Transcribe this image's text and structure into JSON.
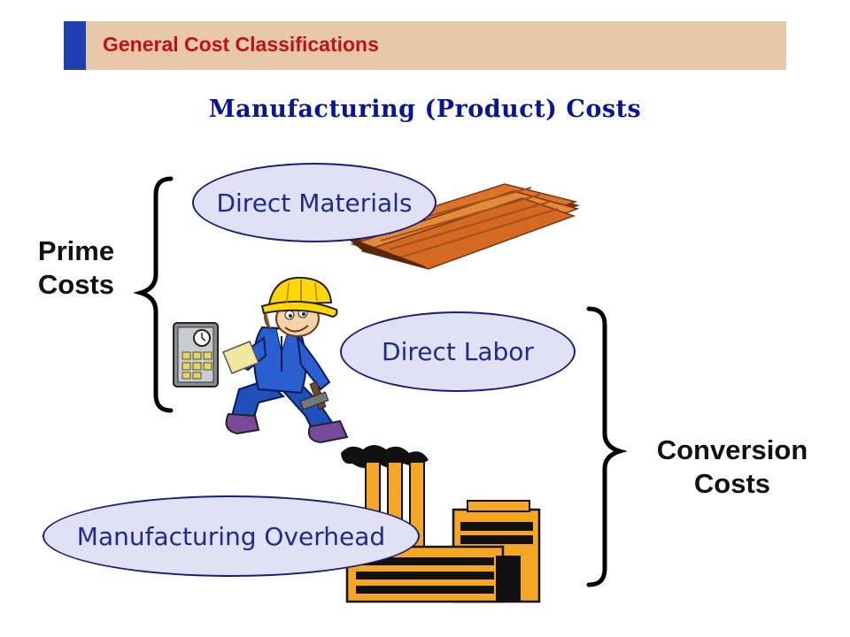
{
  "header": {
    "title": "General Cost Classifications"
  },
  "main_title": "Manufacturing (Product) Costs",
  "cost_items": {
    "direct_materials": "Direct Materials",
    "direct_labor": "Direct Labor",
    "manufacturing_overhead": "Manufacturing Overhead"
  },
  "groups": {
    "prime": {
      "line1": "Prime",
      "line2": "Costs"
    },
    "conversion": {
      "line1": "Conversion",
      "line2": "Costs"
    }
  },
  "colors": {
    "header_bg": "#e7c9a9",
    "header_accent": "#1f3fb0",
    "header_text": "#c0101a",
    "main_title": "#0a1496",
    "ellipse_fill": "#e1e1f6",
    "ellipse_text": "#1e2a8e",
    "lumber": "#d9742a",
    "factory": "#f5a623"
  },
  "icons": [
    "lumber-icon",
    "worker-icon",
    "time-clock-icon",
    "factory-icon"
  ]
}
